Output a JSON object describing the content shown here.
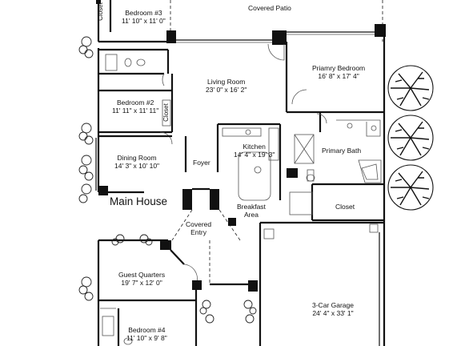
{
  "plan_title": "Main House",
  "rooms": {
    "covered_patio": {
      "name": "Covered Patio"
    },
    "bedroom3": {
      "name": "Bedroom #3",
      "size": "11' 10\" x 11' 0\""
    },
    "closet_top": {
      "name": "Closet"
    },
    "primary_bedroom": {
      "name": "Priamry Bedroom",
      "size": "16' 8\" x 17' 4\""
    },
    "living_room": {
      "name": "Living Room",
      "size": "23' 0\" x 16' 2\""
    },
    "bedroom2": {
      "name": "Bedroom #2",
      "size": "11' 11\" x 11' 11\""
    },
    "closet_mid": {
      "name": "Closet"
    },
    "kitchen": {
      "name": "Kitchen",
      "size": "14' 4\" x 19' 3\""
    },
    "primary_bath": {
      "name": "Primary Bath"
    },
    "dining_room": {
      "name": "Dining Room",
      "size": "14' 3\" x 10' 10\""
    },
    "foyer": {
      "name": "Foyer"
    },
    "breakfast_area": {
      "name": "Breakfast\nArea"
    },
    "closet_right": {
      "name": "Closet"
    },
    "covered_entry": {
      "name": "Covered\nEntry"
    },
    "guest_quarters": {
      "name": "Guest Quarters",
      "size": "19' 7\" x 12' 0\""
    },
    "garage": {
      "name": "3-Car Garage",
      "size": "24' 4\" x 33' 1\""
    },
    "bedroom4": {
      "name": "Bedroom #4",
      "size": "11' 10\" x 9' 8\""
    }
  },
  "icons": [
    "tree-icon",
    "shrub-icon",
    "door-swing-icon",
    "toilet-icon",
    "bathtub-icon",
    "sink-icon"
  ]
}
